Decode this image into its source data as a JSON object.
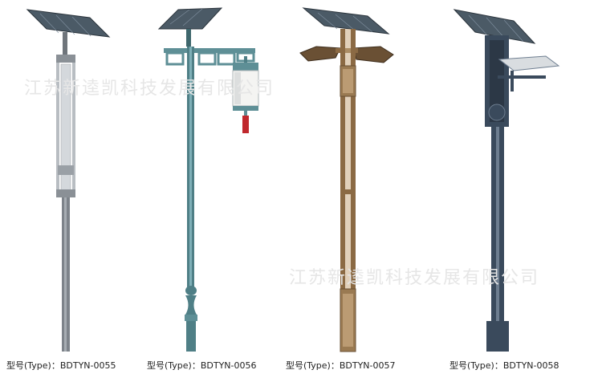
{
  "watermark": {
    "text_top": "江苏新逵凯科技发展有限公司",
    "text_bottom": "江苏新逵凯科技发展有限公司"
  },
  "products": [
    {
      "label": "型号(Type)：BDTYN-0055"
    },
    {
      "label": "型号(Type)：BDTYN-0056"
    },
    {
      "label": "型号(Type)：BDTYN-0057"
    },
    {
      "label": "型号(Type)：BDTYN-0058"
    }
  ],
  "colors": {
    "background": "#ffffff",
    "solar_panel": "#4b5a66",
    "pole_grey": "#8a9096",
    "pole_teal": "#4f7f86",
    "pole_bronze": "#8b6a44",
    "pole_navy": "#3a4a5c",
    "lantern_tassel": "#c0282d"
  }
}
